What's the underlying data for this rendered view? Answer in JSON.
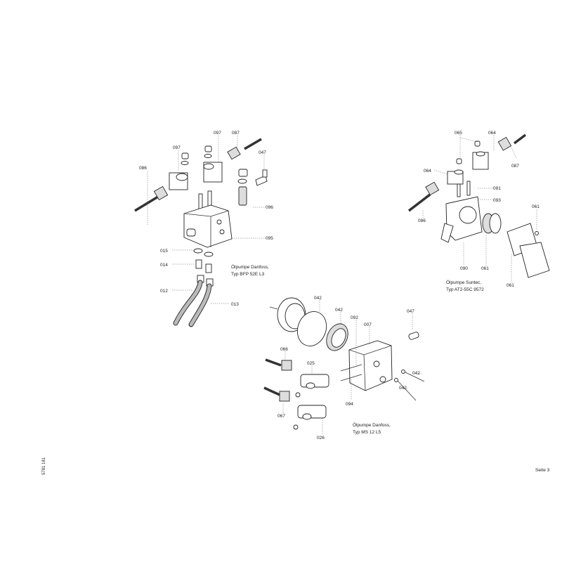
{
  "left_group": {
    "caption_line1": "Ölpumpe Danfoss,",
    "caption_line2": "Typ BFP 52E L3",
    "labels": [
      "086",
      "097",
      "097",
      "087",
      "047",
      "096",
      "095",
      "015",
      "014",
      "012",
      "013"
    ]
  },
  "right_group": {
    "caption_line1": "Ölpumpe Suntec,",
    "caption_line2": "Typ AT2-55C 9572",
    "labels": [
      "065",
      "064",
      "064",
      "087",
      "091",
      "093",
      "086",
      "090",
      "061",
      "061",
      "061"
    ]
  },
  "bottom_group": {
    "caption_line1": "Ölpumpe Danfoss,",
    "caption_line2": "Typ MS 12 L5",
    "labels": [
      "042",
      "042",
      "092",
      "007",
      "047",
      "066",
      "025",
      "042",
      "042",
      "094",
      "067",
      "026"
    ]
  },
  "document_number": "5781 181",
  "page_label": "Seite 3"
}
